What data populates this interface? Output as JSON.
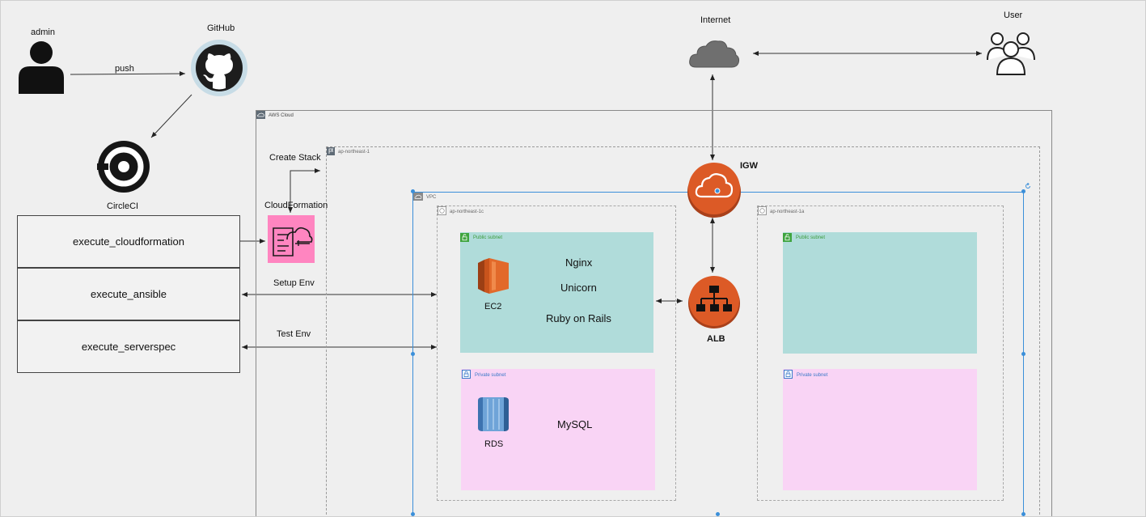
{
  "actors": {
    "admin": "admin",
    "github": "GitHub",
    "circleci": "CircleCI",
    "internet": "Internet",
    "user": "User"
  },
  "edges": {
    "push": "push",
    "create_stack": "Create Stack",
    "setup_env": "Setup Env",
    "test_env": "Test Env"
  },
  "pipeline": {
    "steps": [
      "execute_cloudformation",
      "execute_ansible",
      "execute_serverspec"
    ]
  },
  "aws": {
    "cloud_label": "AWS Cloud",
    "region_label": "ap-northeast-1",
    "vpc_label": "VPC",
    "az1_label": "ap-northeast-1c",
    "az2_label": "ap-northeast-1a",
    "public_subnet": "Public subnet",
    "private_subnet": "Private subnet",
    "cloudformation": "CloudFormation",
    "igw": "IGW",
    "alb": "ALB",
    "ec2": "EC2",
    "rds": "RDS",
    "nginx": "Nginx",
    "unicorn": "Unicorn",
    "rails": "Ruby on Rails",
    "mysql": "MySQL"
  },
  "colors": {
    "public_subnet_fill": "#b0dcda",
    "private_subnet_fill": "#f9d4f5",
    "aws_orange": "#dc5a26",
    "cloudformation_pink": "#ff85c0",
    "vpc_selection": "#3b8fd9"
  }
}
